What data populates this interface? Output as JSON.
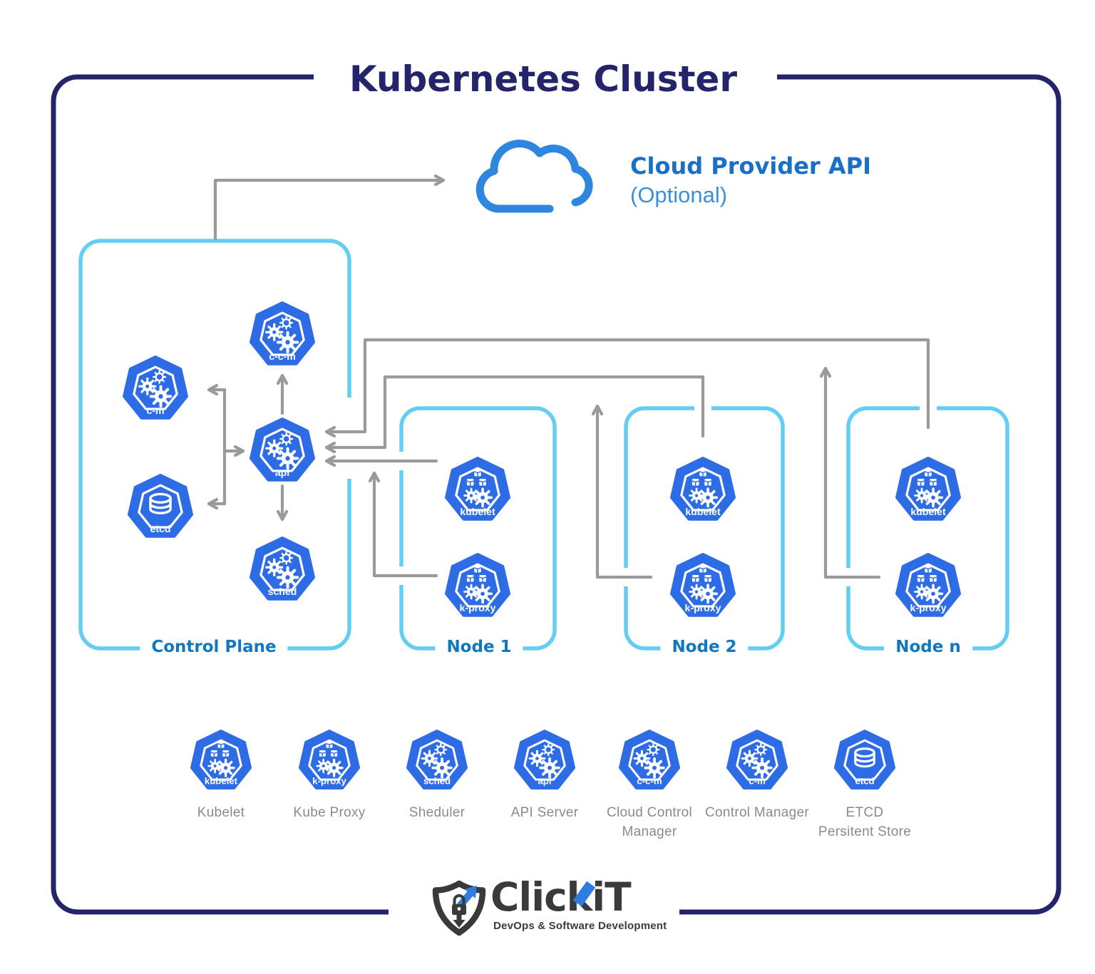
{
  "title": "Kubernetes Cluster",
  "cloud_api": {
    "title": "Cloud Provider API",
    "subtitle": "(Optional)"
  },
  "control_plane": {
    "label": "Control Plane",
    "components": {
      "ccm": "c-c-m",
      "cm": "c-m",
      "api": "api",
      "etcd": "etcd",
      "sched": "sched"
    }
  },
  "nodes": [
    {
      "label": "Node 1",
      "kubelet_label": "kubelet",
      "kproxy_label": "k-proxy"
    },
    {
      "label": "Node 2",
      "kubelet_label": "kubelet",
      "kproxy_label": "k-proxy"
    },
    {
      "label": "Node n",
      "kubelet_label": "kubelet",
      "kproxy_label": "k-proxy"
    }
  ],
  "legend": [
    {
      "icon_label": "kubelet",
      "name": "Kubelet"
    },
    {
      "icon_label": "k-proxy",
      "name": "Kube Proxy"
    },
    {
      "icon_label": "sched",
      "name": "Sheduler"
    },
    {
      "icon_label": "api",
      "name": "API Server"
    },
    {
      "icon_label": "c-c-m",
      "name": "Cloud Control\nManager"
    },
    {
      "icon_label": "c-m",
      "name": "Control Manager"
    },
    {
      "icon_label": "etcd",
      "name": "ETCD\nPersitent Store"
    }
  ],
  "connections": [
    "control-plane -> cloud-provider-api",
    "api -> c-c-m",
    "api -> sched",
    "shared line: c-m <- | -> api | -> etcd",
    "node-1 kubelet -> api",
    "node-2 kubelet -> api",
    "node-n kubelet -> api",
    "node-1 k-proxy -> kubelet-api line",
    "node-2 k-proxy -> kubelet-api line",
    "node-n k-proxy -> kubelet-api line"
  ],
  "logo": {
    "text": "ClickiT",
    "tagline": "DevOps & Software Development"
  },
  "colors": {
    "icon_blue": "#2e6ce5",
    "box_light_blue": "#64cdf4",
    "outer_navy": "#24246a",
    "arrow_gray": "#9a9a9a",
    "section_label_blue": "#1178be",
    "cloud_blue": "#2e86de",
    "cloud_text_blue": "#1a6fc8",
    "legend_text_gray": "#8a8a8a",
    "logo_dark": "#3a3a3a",
    "logo_blue": "#2f7de1"
  }
}
